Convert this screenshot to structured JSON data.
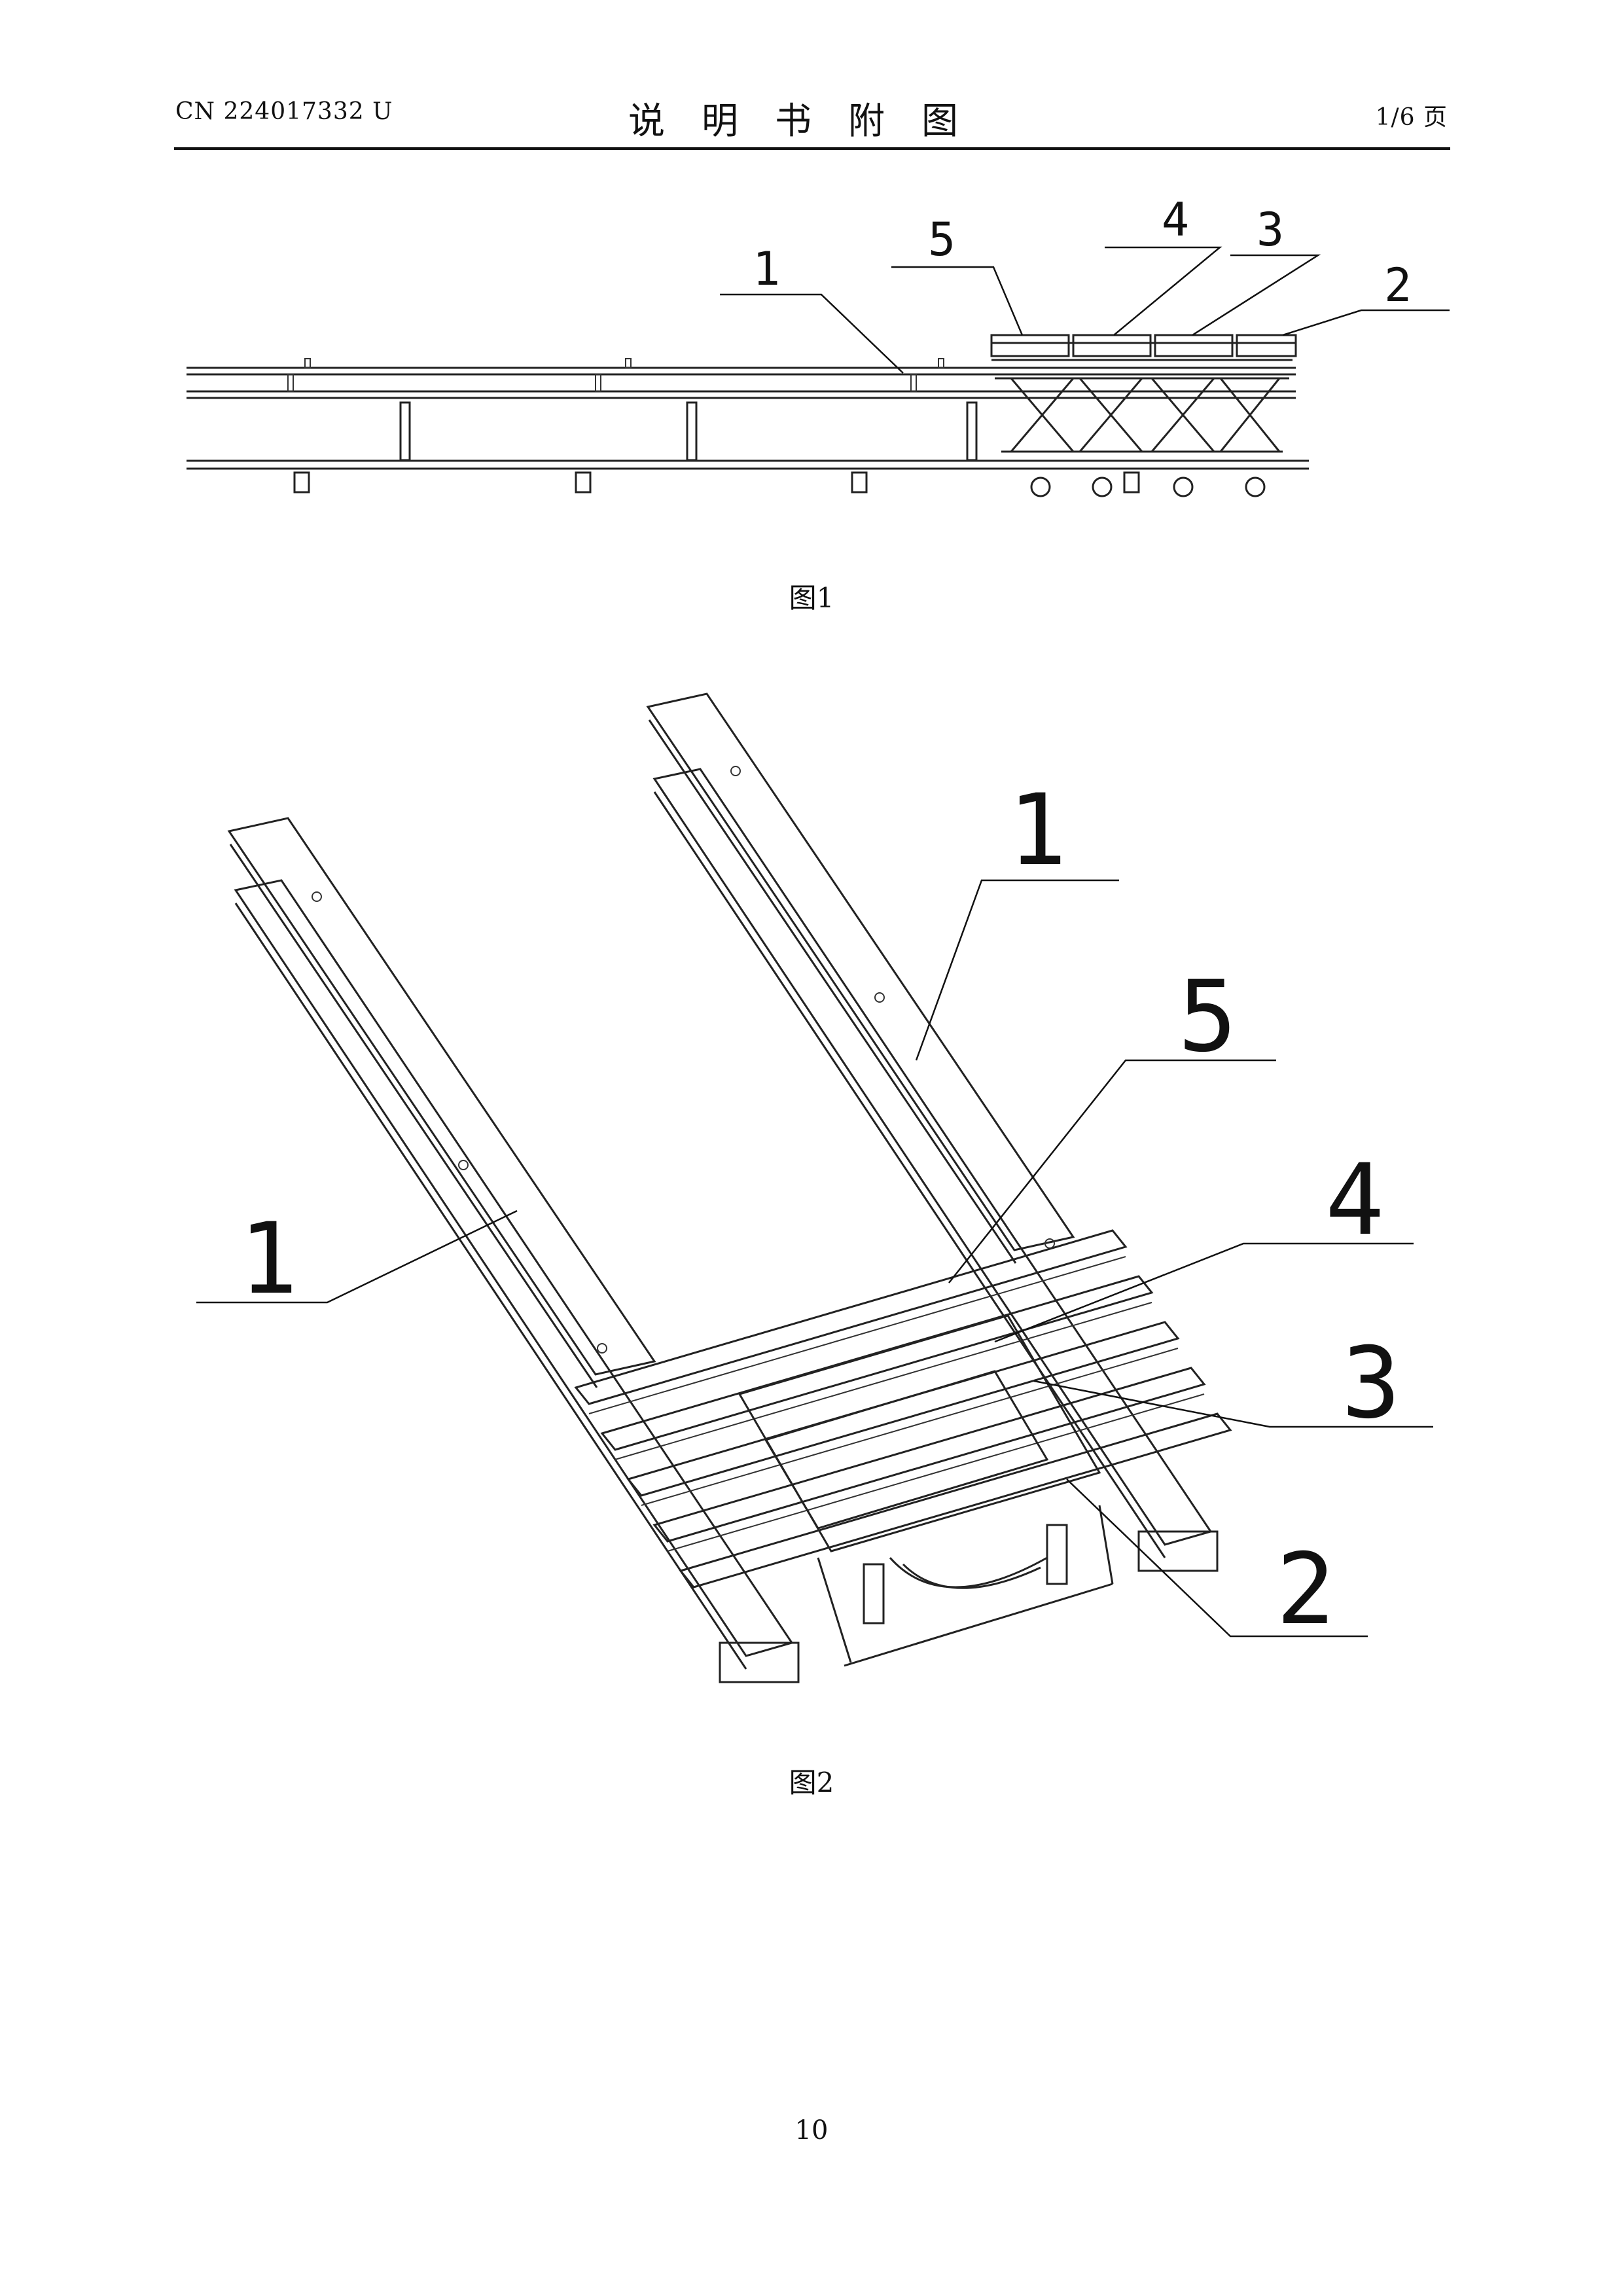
{
  "header": {
    "pub_no": "CN 224017332 U",
    "title": "说明书附图",
    "page_count": "1/6 页"
  },
  "figure1": {
    "caption": "图1",
    "labels": [
      "1",
      "2",
      "3",
      "4",
      "5"
    ]
  },
  "figure2": {
    "caption": "图2",
    "labels": [
      "1",
      "1",
      "2",
      "3",
      "4",
      "5"
    ]
  },
  "footer": {
    "page_number": "10"
  }
}
